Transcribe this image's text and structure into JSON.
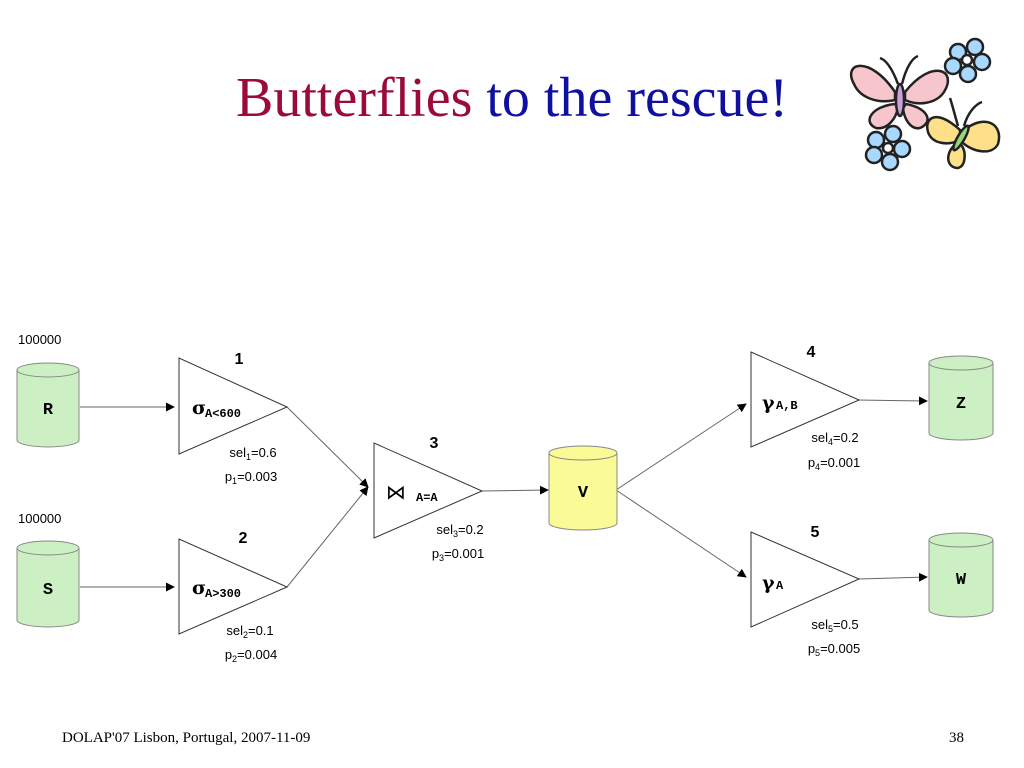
{
  "title": {
    "part1": "Butterflies",
    "part2": " to the rescue!"
  },
  "colors": {
    "title_part1": "#9a0a3c",
    "title_part2": "#1010a0",
    "source_fill": "#ccf0c4",
    "view_fill": "#fafa96"
  },
  "sources": [
    {
      "label": "R",
      "count": "100000"
    },
    {
      "label": "S",
      "count": "100000"
    }
  ],
  "operators": [
    {
      "id": "1",
      "symbol": "σ",
      "subscript": "A<600",
      "sel_label": "sel",
      "sel_sub": "1",
      "sel_value": "=0.6",
      "p_label": "p",
      "p_sub": "1",
      "p_value": "=0.003"
    },
    {
      "id": "2",
      "symbol": "σ",
      "subscript": "A>300",
      "sel_label": "sel",
      "sel_sub": "2",
      "sel_value": "=0.1",
      "p_label": "p",
      "p_sub": "2",
      "p_value": "=0.004"
    },
    {
      "id": "3",
      "symbol": "⋈",
      "subscript": "A=A",
      "sel_label": "sel",
      "sel_sub": "3",
      "sel_value": "=0.2",
      "p_label": "p",
      "p_sub": "3",
      "p_value": "=0.001"
    },
    {
      "id": "4",
      "symbol": "γ",
      "subscript": "A,B",
      "sel_label": "sel",
      "sel_sub": "4",
      "sel_value": "=0.2",
      "p_label": "p",
      "p_sub": "4",
      "p_value": "=0.001"
    },
    {
      "id": "5",
      "symbol": "γ",
      "subscript": "A",
      "sel_label": "sel",
      "sel_sub": "5",
      "sel_value": "=0.5",
      "p_label": "p",
      "p_sub": "5",
      "p_value": "=0.005"
    }
  ],
  "view": {
    "label": "V"
  },
  "targets": [
    {
      "label": "Z"
    },
    {
      "label": "W"
    }
  ],
  "footer": {
    "left": "DOLAP'07 Lisbon, Portugal, 2007-11-09",
    "page": "38"
  },
  "decorations": {
    "clipart": "butterflies-and-flowers-clipart"
  }
}
